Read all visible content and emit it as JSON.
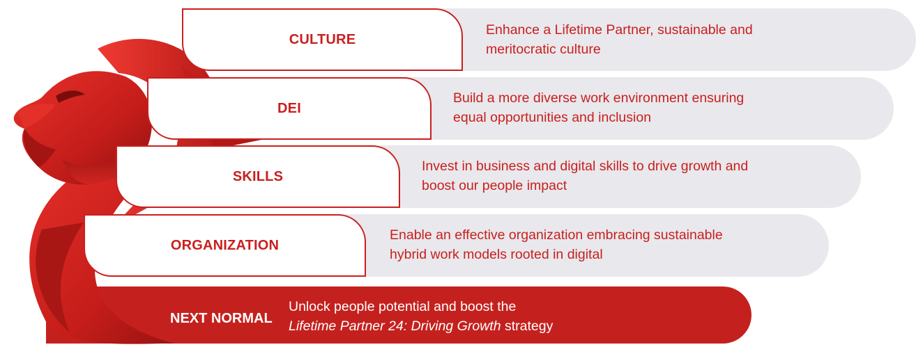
{
  "pillars": [
    {
      "label": "CULTURE",
      "line1": "Enhance a Lifetime Partner, sustainable and",
      "line2": "meritocratic culture"
    },
    {
      "label": "DEI",
      "line1": "Build a more diverse work environment ensuring",
      "line2": "equal opportunities and inclusion"
    },
    {
      "label": "SKILLS",
      "line1": "Invest in business and digital skills to drive growth and",
      "line2": "boost our people impact"
    },
    {
      "label": "ORGANIZATION",
      "line1": "Enable an effective organization embracing sustainable",
      "line2": "hybrid work models rooted in digital"
    }
  ],
  "foundation": {
    "label": "NEXT NORMAL",
    "line1": "Unlock people potential and boost the",
    "line2_italic": "Lifetime Partner 24: Driving Growth",
    "line2_rest": " strategy"
  },
  "colors": {
    "accent": "#c8201f",
    "bar": "#e9e8ec",
    "foundation": "#c4211e"
  },
  "logo": "lion-head-icon"
}
